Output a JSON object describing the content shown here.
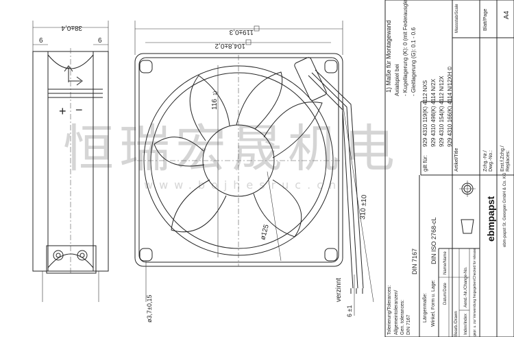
{
  "watermark": {
    "text": "恒瑞宏晟机电",
    "url": "www.bojhesruc.cn"
  },
  "side_view": {
    "width_dim": "38±0,4",
    "left_dim": "6",
    "right_dim": "6",
    "plus": "+",
    "minus": "−"
  },
  "front_view": {
    "outer_dim": "119±0,3",
    "hole_spacing": "104,8±0,2",
    "height_dim": "116",
    "height_note": "1)",
    "diameter": "ø125",
    "hole_diameter": "ø3,7±0,15",
    "cable_length": "310 ±10",
    "tinned": "verzinnt",
    "strip_length": "6 ±1"
  },
  "notes": {
    "footnote": "1) Maße für Montagewand",
    "axial_play": "Axialspiel bei",
    "ball_bearing": "- Kugellagerung (K): 0 (mit Federausgleich)",
    "sleeve_bearing": "- Gleitlagerung (G): 0.1 - 0.6"
  },
  "valid_for": {
    "label": "gilt für:",
    "rows": [
      "929 4310 119(K)  4112 NXS",
      "929 4310 498(K)  4114 N/2X",
      "929 4310 154(K)  4112 N/12X",
      "929 4310 166(K)  4114 N/12XH ©"
    ]
  },
  "title_block": {
    "article_title": "Artikel/Title",
    "drawing_no": "Zchg.-Nr./",
    "drawing_no_en": "Dwg.-No.:",
    "replaces": "Erst.f.Zchg./",
    "replaces_en": "Replaces:",
    "scale": "Massstab/Scale",
    "page": "Blatt/Page",
    "page_size": "A4",
    "tolerances": "Tolerierung/Tolerances:",
    "general_tol": "Allgemeintoleranzen/",
    "gen_tol_en": "Gen. tolerances:",
    "din_small": "DIN 7167",
    "din_7167": "DIN 7167",
    "length_dims": "Längenmaße:",
    "angle_form": "Winkel, Form u. Lage:",
    "din_iso": "DIN ISO 2768-cL",
    "date": "Datum/Date",
    "name": "Name/Name",
    "drawn": "Bearb./Drawn",
    "index": "Index/Index",
    "change_no": "Aend.-Nr./Change-No.",
    "checked": "gepr. u. zur Verwendung freigegeben/Checked for release",
    "company_logo": "ebmpapst",
    "company": "ebm-papst St. Georgen GmbH & Co. KG"
  }
}
